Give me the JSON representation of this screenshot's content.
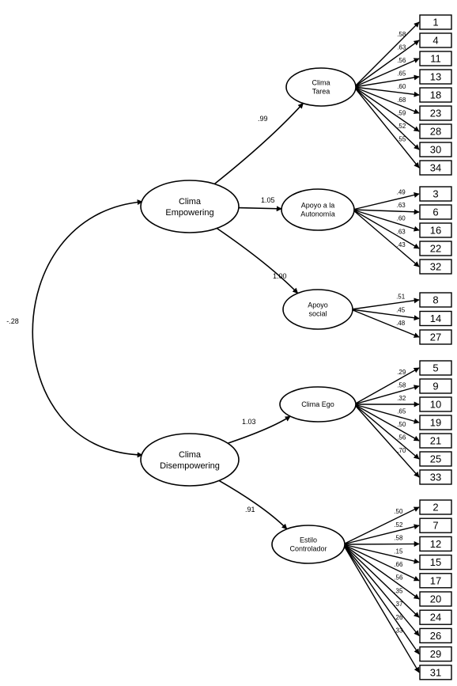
{
  "higher_factors": [
    {
      "id": "emp",
      "label": [
        "Clima",
        "Empowering"
      ]
    },
    {
      "id": "dis",
      "label": [
        "Clima",
        "Disempowering"
      ]
    }
  ],
  "correlation": "-.28",
  "factors": [
    {
      "id": "tarea",
      "parent": "emp",
      "label": [
        "Clima",
        "Tarea"
      ],
      "loading": ".99",
      "items": [
        {
          "item": "1",
          "loading": ".58"
        },
        {
          "item": "4",
          "loading": ".63"
        },
        {
          "item": "11",
          "loading": ".56"
        },
        {
          "item": "13",
          "loading": ".65"
        },
        {
          "item": "18",
          "loading": ".60"
        },
        {
          "item": "23",
          "loading": ".68"
        },
        {
          "item": "28",
          "loading": ".59"
        },
        {
          "item": "30",
          "loading": ".52"
        },
        {
          "item": "34",
          "loading": ".55"
        }
      ]
    },
    {
      "id": "autonomia",
      "parent": "emp",
      "label": [
        "Apoyo a la",
        "Autonomía"
      ],
      "loading": "1.05",
      "items": [
        {
          "item": "3",
          "loading": ".49"
        },
        {
          "item": "6",
          "loading": ".63"
        },
        {
          "item": "16",
          "loading": ".60"
        },
        {
          "item": "22",
          "loading": ".63"
        },
        {
          "item": "32",
          "loading": ".43"
        }
      ]
    },
    {
      "id": "social",
      "parent": "emp",
      "label": [
        "Apoyo",
        "social"
      ],
      "loading": "1.00",
      "items": [
        {
          "item": "8",
          "loading": ".51"
        },
        {
          "item": "14",
          "loading": ".45"
        },
        {
          "item": "27",
          "loading": ".48"
        }
      ]
    },
    {
      "id": "ego",
      "parent": "dis",
      "label": [
        "Clima Ego"
      ],
      "loading": "1.03",
      "items": [
        {
          "item": "5",
          "loading": ".29"
        },
        {
          "item": "9",
          "loading": ".58"
        },
        {
          "item": "10",
          "loading": ".32"
        },
        {
          "item": "19",
          "loading": ".65"
        },
        {
          "item": "21",
          "loading": ".50"
        },
        {
          "item": "25",
          "loading": ".56"
        },
        {
          "item": "33",
          "loading": ".70"
        }
      ]
    },
    {
      "id": "controlador",
      "parent": "dis",
      "label": [
        "Estilo",
        "Controlador"
      ],
      "loading": ".91",
      "items": [
        {
          "item": "2",
          "loading": ".50"
        },
        {
          "item": "7",
          "loading": ".52"
        },
        {
          "item": "12",
          "loading": ".58"
        },
        {
          "item": "15",
          "loading": ".15"
        },
        {
          "item": "17",
          "loading": ".66"
        },
        {
          "item": "20",
          "loading": ".56"
        },
        {
          "item": "24",
          "loading": ".35"
        },
        {
          "item": "26",
          "loading": ".37"
        },
        {
          "item": "29",
          "loading": ".26"
        },
        {
          "item": "31",
          "loading": ".33"
        }
      ]
    }
  ]
}
